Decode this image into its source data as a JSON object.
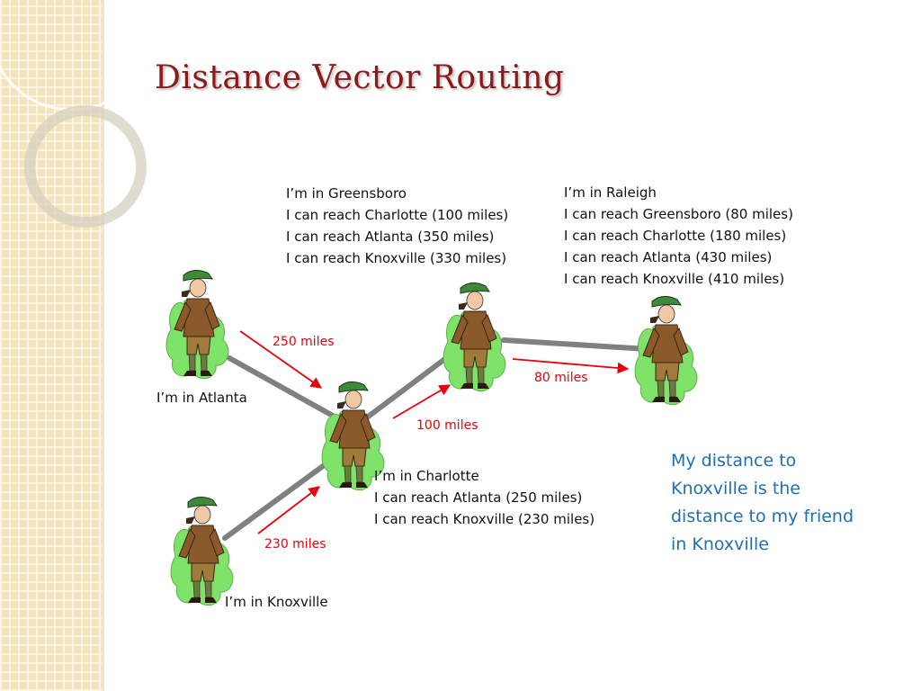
{
  "title": "Distance Vector Routing",
  "colors": {
    "title": "#8b1a1a",
    "distance_label": "#e8000b",
    "note": "#1f6fb2",
    "link": "#808080",
    "bush": "#7fe36a"
  },
  "nodes": {
    "greensboro": {
      "lines": [
        "I’m in Greensboro",
        "I can reach Charlotte (100 miles)",
        "I can reach Atlanta (350 miles)",
        "I can reach Knoxville (330 miles)"
      ]
    },
    "raleigh": {
      "lines": [
        "I’m in Raleigh",
        "I can reach Greensboro (80 miles)",
        "I can reach Charlotte (180 miles)",
        "I can reach Atlanta (430 miles)",
        "I can reach Knoxville (410 miles)"
      ]
    },
    "atlanta": {
      "lines": [
        "I’m in Atlanta"
      ]
    },
    "charlotte": {
      "lines": [
        "I’m in Charlotte",
        "I can reach Atlanta (250 miles)",
        "I can reach Knoxville (230 miles)"
      ]
    },
    "knoxville": {
      "lines": [
        "I’m in Knoxville"
      ]
    }
  },
  "links": {
    "atlanta_charlotte": "250 miles",
    "charlotte_greensboro": "100 miles",
    "greensboro_raleigh": "80 miles",
    "knoxville_charlotte": "230 miles"
  },
  "note": "My distance to Knoxville is the distance to my friend in Knoxville"
}
